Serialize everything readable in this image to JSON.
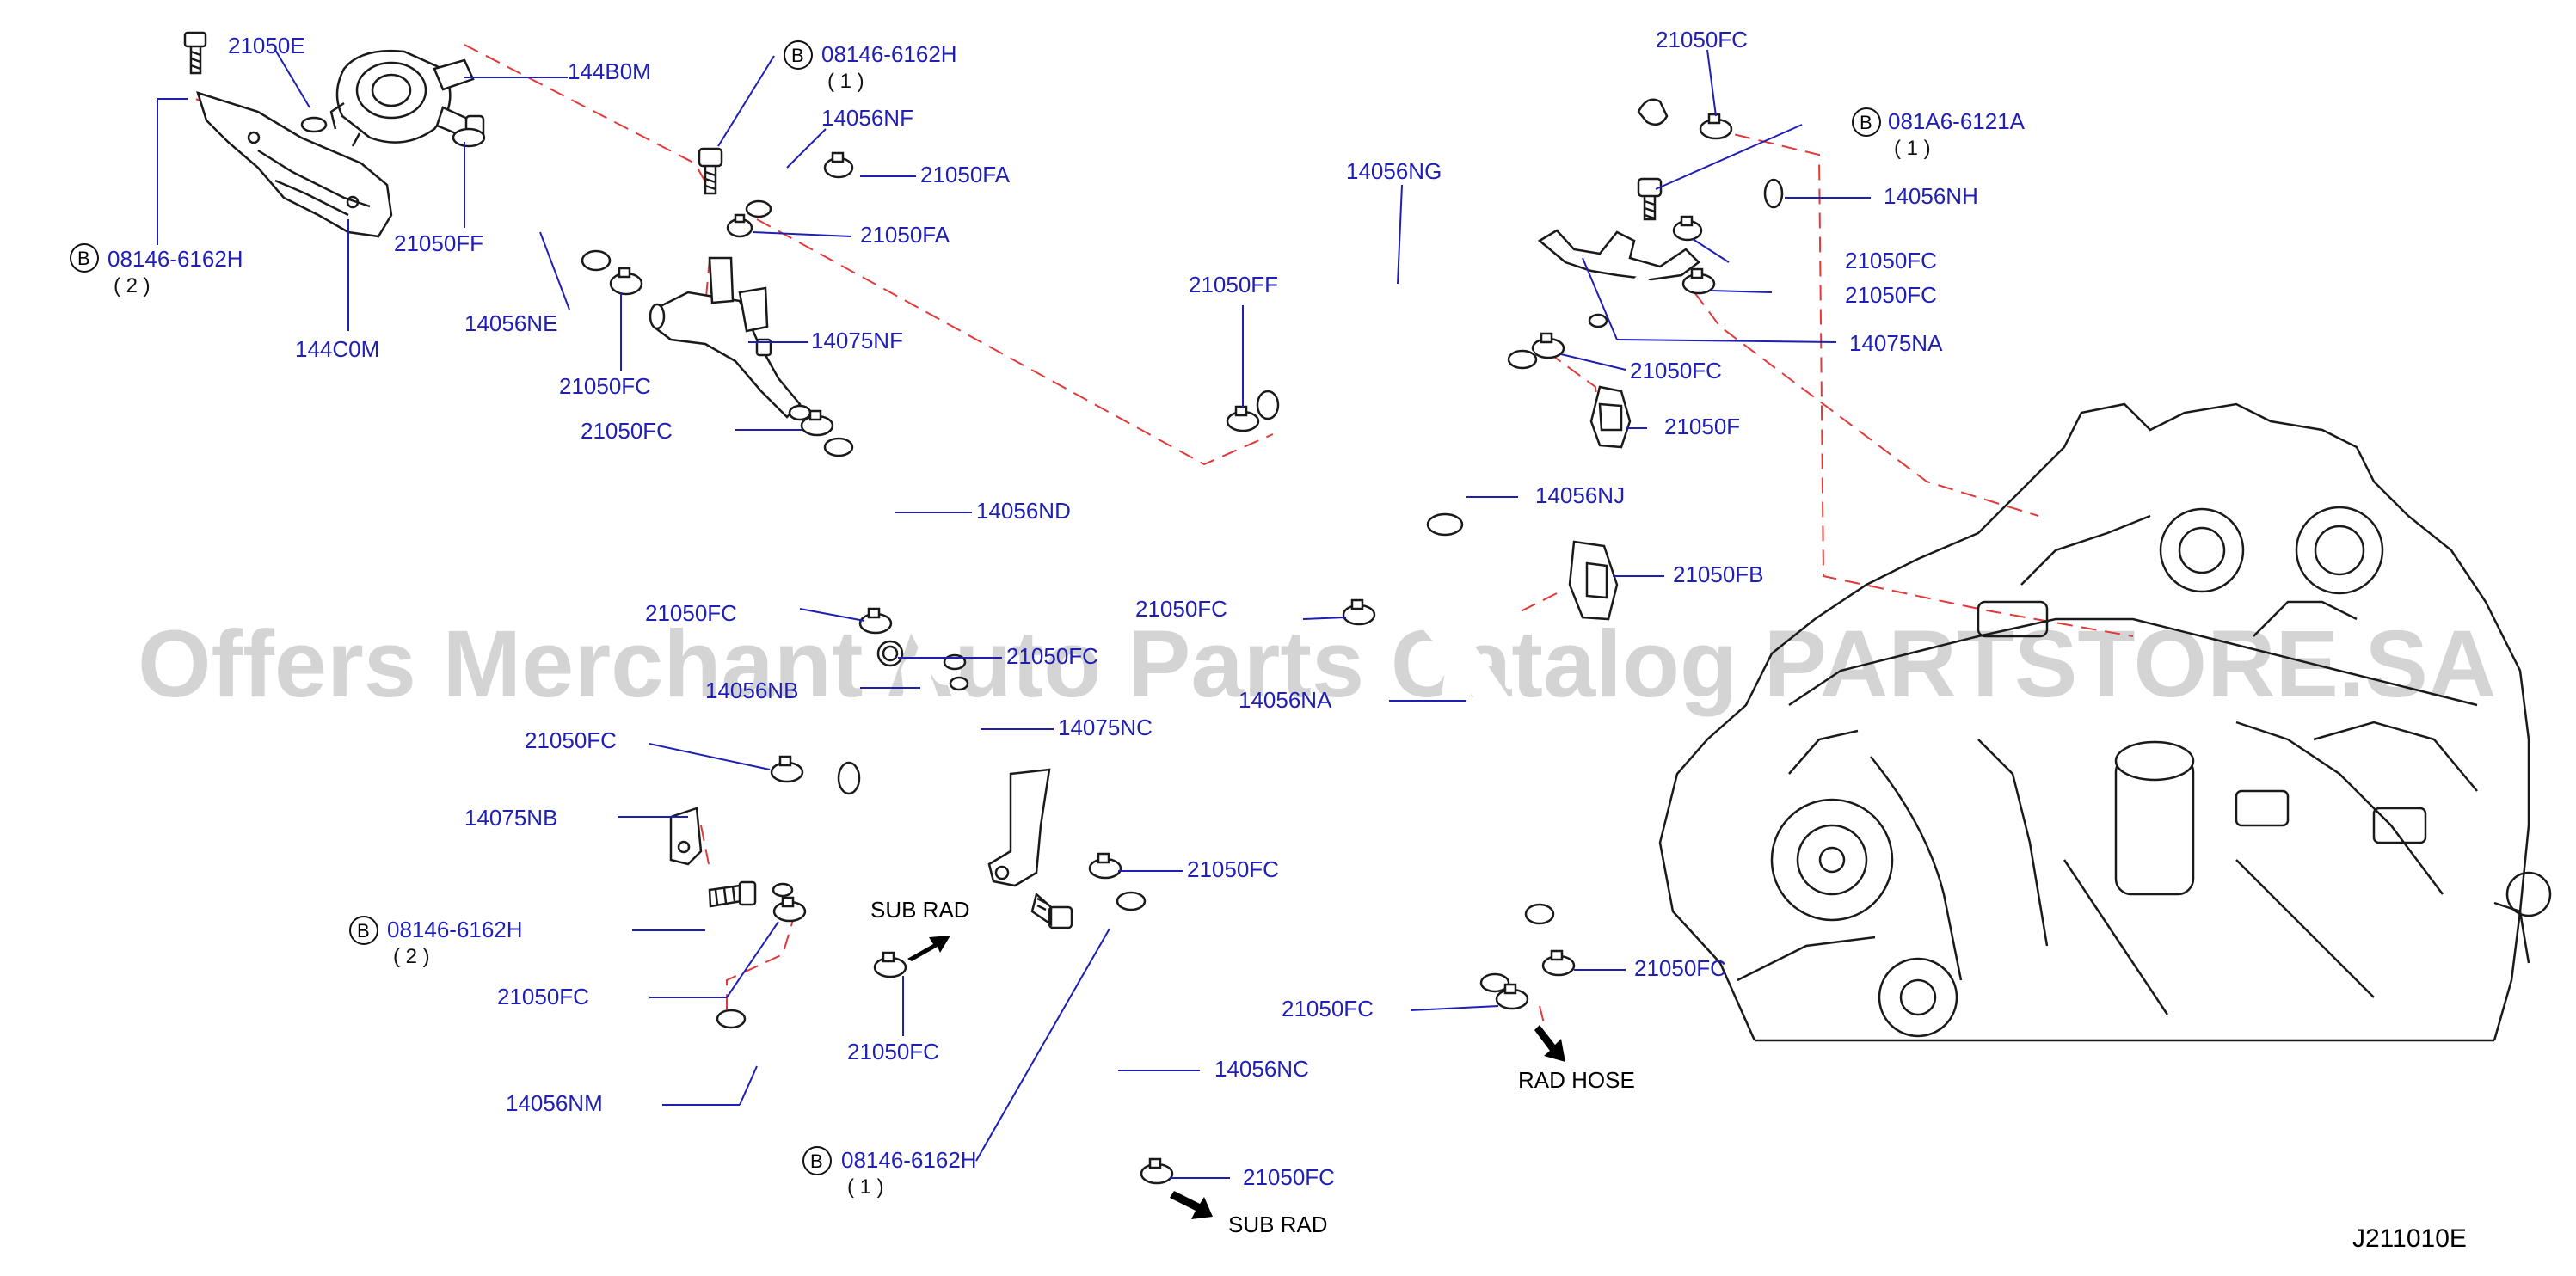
{
  "diagram_code": "J211010E",
  "watermark": "Offers Merchant Auto Parts Catalog PARTSTORE.SA",
  "colors": {
    "part_label": "#1f1fb4",
    "leader": "#1f1fb4",
    "dashed_link": "#e23a3a",
    "line_art": "#1a1a1a",
    "watermark": "#b9b9b9"
  },
  "bolt_marker": "B",
  "labels": {
    "p21050E": "21050E",
    "p144B0M": "144B0M",
    "p08146_a": "08146-6162H",
    "q1_a": "( 1 )",
    "p14056NF": "14056NF",
    "p21050FA_a": "21050FA",
    "p21050FA_b": "21050FA",
    "p08146_b": "08146-6162H",
    "q2_b": "( 2 )",
    "p21050FF_a": "21050FF",
    "p144C0M": "144C0M",
    "p14056NE": "14056NE",
    "p21050FC_a": "21050FC",
    "p14075NF": "14075NF",
    "p21050FC_b": "21050FC",
    "p14056ND": "14056ND",
    "p21050FC_c": "21050FC",
    "p21050FC_d": "21050FC",
    "p14056NB": "14056NB",
    "p14075NC": "14075NC",
    "p21050FC_e": "21050FC",
    "p14075NB": "14075NB",
    "p08146_c": "08146-6162H",
    "q2_c": "( 2 )",
    "p21050FC_f": "21050FC",
    "p21050FC_g": "21050FC",
    "p21050FC_h": "21050FC",
    "p14056NM": "14056NM",
    "p08146_d": "08146-6162H",
    "q1_d": "( 1 )",
    "p14056NC": "14056NC",
    "p21050FC_i": "21050FC",
    "p21050FC_top": "21050FC",
    "p081A6": "081A6-6121A",
    "q1_e": "( 1 )",
    "p14056NG": "14056NG",
    "p14056NH": "14056NH",
    "p21050FC_j": "21050FC",
    "p21050FC_k": "21050FC",
    "p21050FF_b": "21050FF",
    "p14075NA": "14075NA",
    "p21050FC_l": "21050FC",
    "p21050F": "21050F",
    "p14056NJ": "14056NJ",
    "p21050FB": "21050FB",
    "p21050FC_m": "21050FC",
    "p14056NA": "14056NA",
    "p21050FC_n": "21050FC",
    "p21050FC_o": "21050FC",
    "sub_rad_1": "SUB   RAD",
    "sub_rad_2": "SUB   RAD",
    "rad_hose": "RAD   HOSE"
  }
}
